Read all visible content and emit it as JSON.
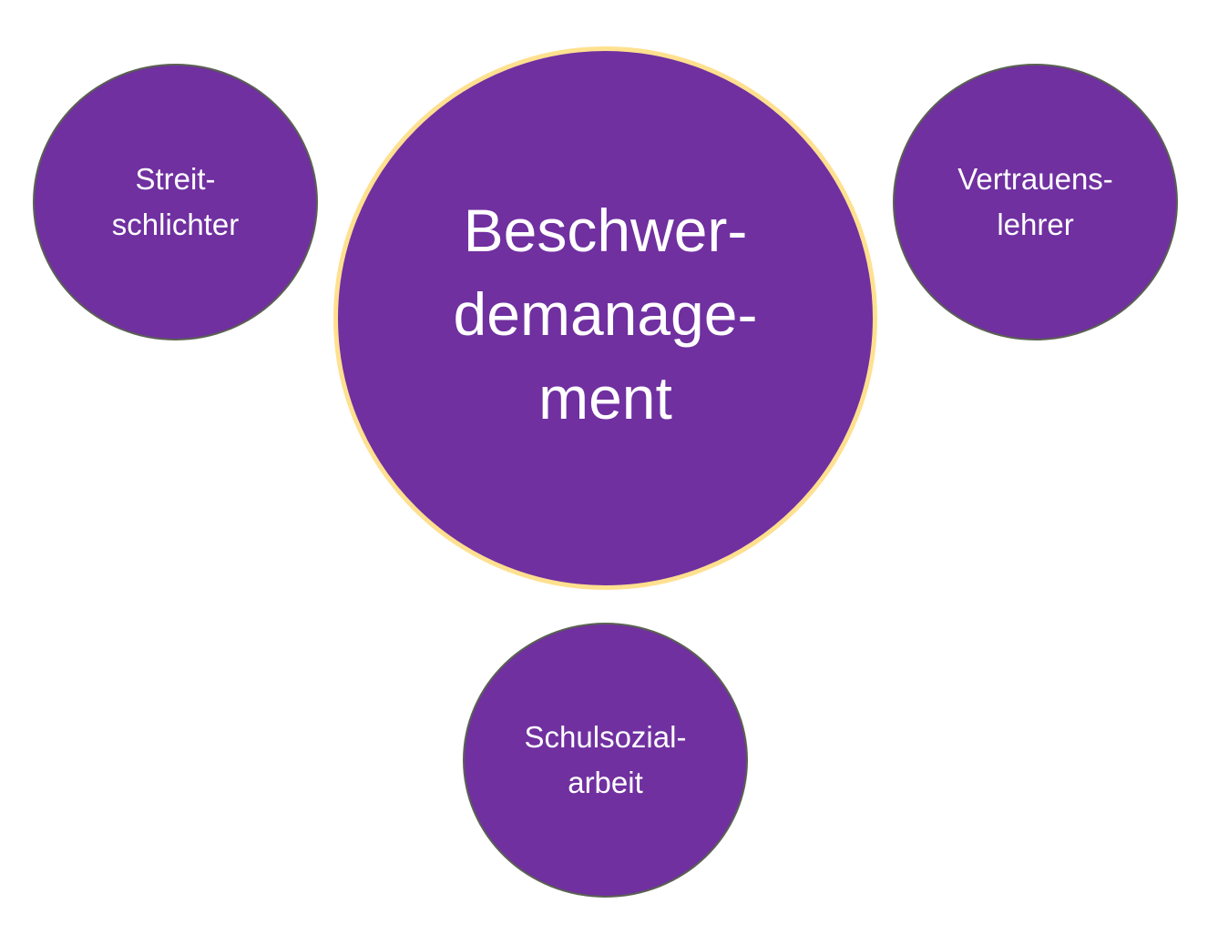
{
  "diagram": {
    "center": {
      "lines": [
        "Beschwer-",
        "demanage-",
        "ment"
      ]
    },
    "satellites": [
      {
        "name": "streitschlichter",
        "lines": [
          "Streit-",
          "schlichter"
        ]
      },
      {
        "name": "vertrauenslehrer",
        "lines": [
          "Vertrauens-",
          "lehrer"
        ]
      },
      {
        "name": "schulsozialarbeit",
        "lines": [
          "Schulsozial-",
          "arbeit"
        ]
      }
    ],
    "colors": {
      "fill": "#7030a0",
      "center_border": "#ffe08f",
      "satellite_border": "#5a6152",
      "text": "#ffffff"
    }
  }
}
